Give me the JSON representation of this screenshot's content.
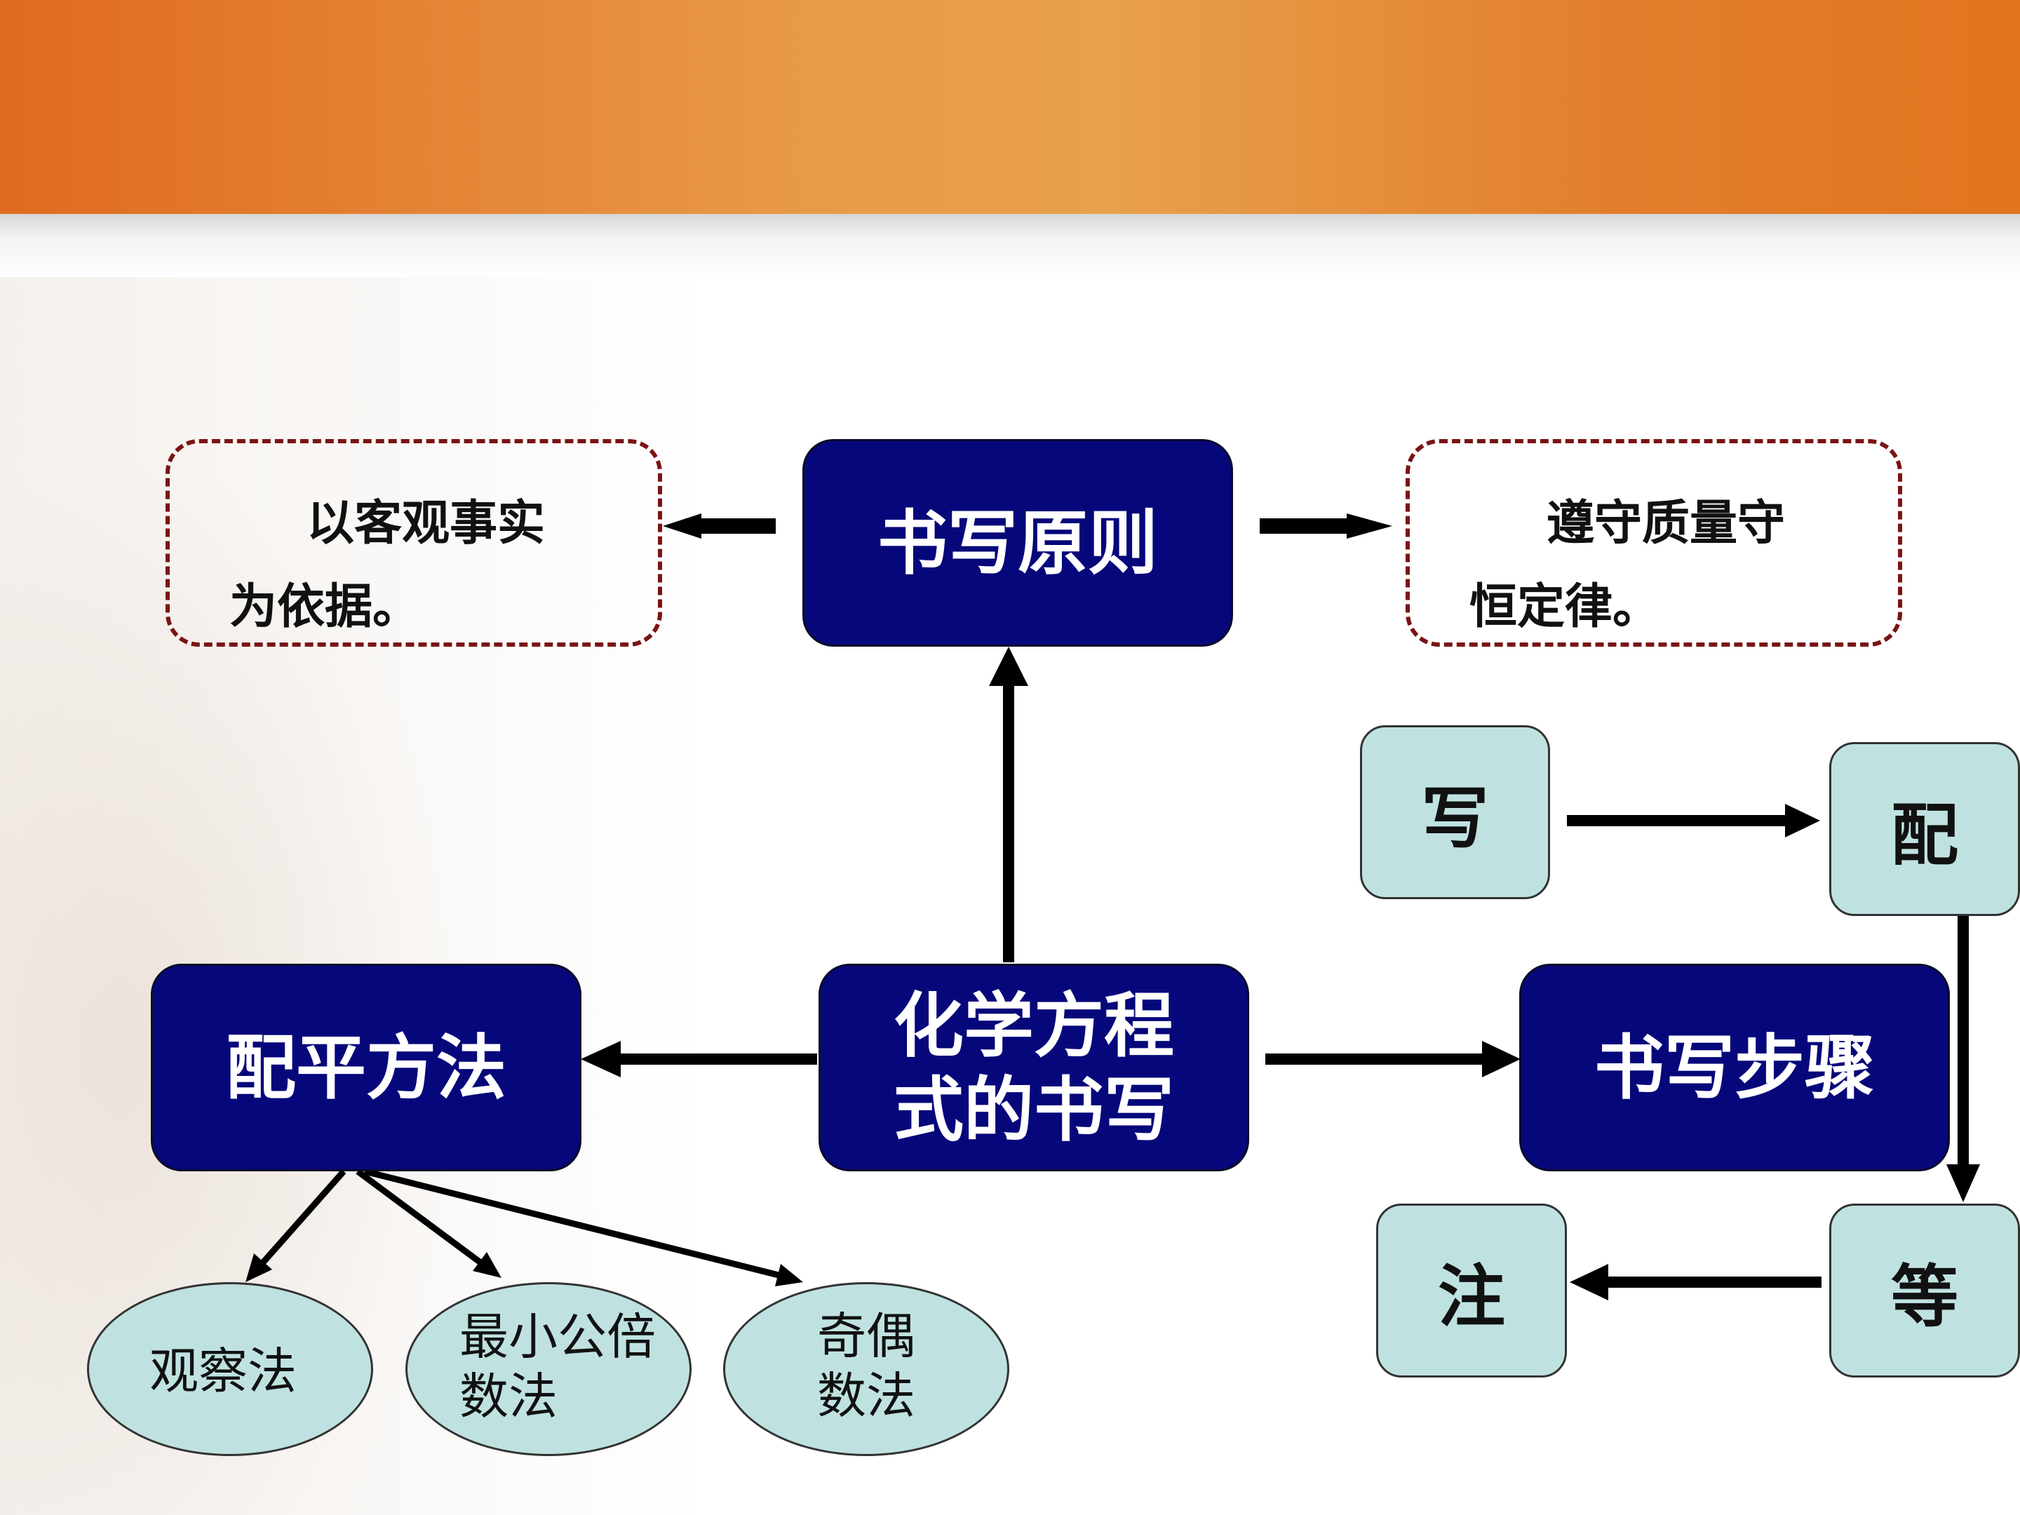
{
  "center": {
    "line1": "化学方程",
    "line2": "式的书写"
  },
  "principle": "书写原则",
  "principle_left": {
    "line1": "以客观事实",
    "line2": "为依据。"
  },
  "principle_right": {
    "line1": "遵守质量守",
    "line2": "恒定律。"
  },
  "balance_method": "配平方法",
  "methods": [
    {
      "text": "观察法"
    },
    {
      "line1": "最小公倍",
      "line2": "数法"
    },
    {
      "line1": "奇偶",
      "line2": "数法"
    }
  ],
  "steps_title": "书写步骤",
  "steps": [
    "写",
    "配",
    "等",
    "注"
  ],
  "colors": {
    "navy_box": "#06077a",
    "teal_box": "#bfe2e1",
    "dashed_border": "#7a1414",
    "banner_orange": "#e8a04c"
  }
}
